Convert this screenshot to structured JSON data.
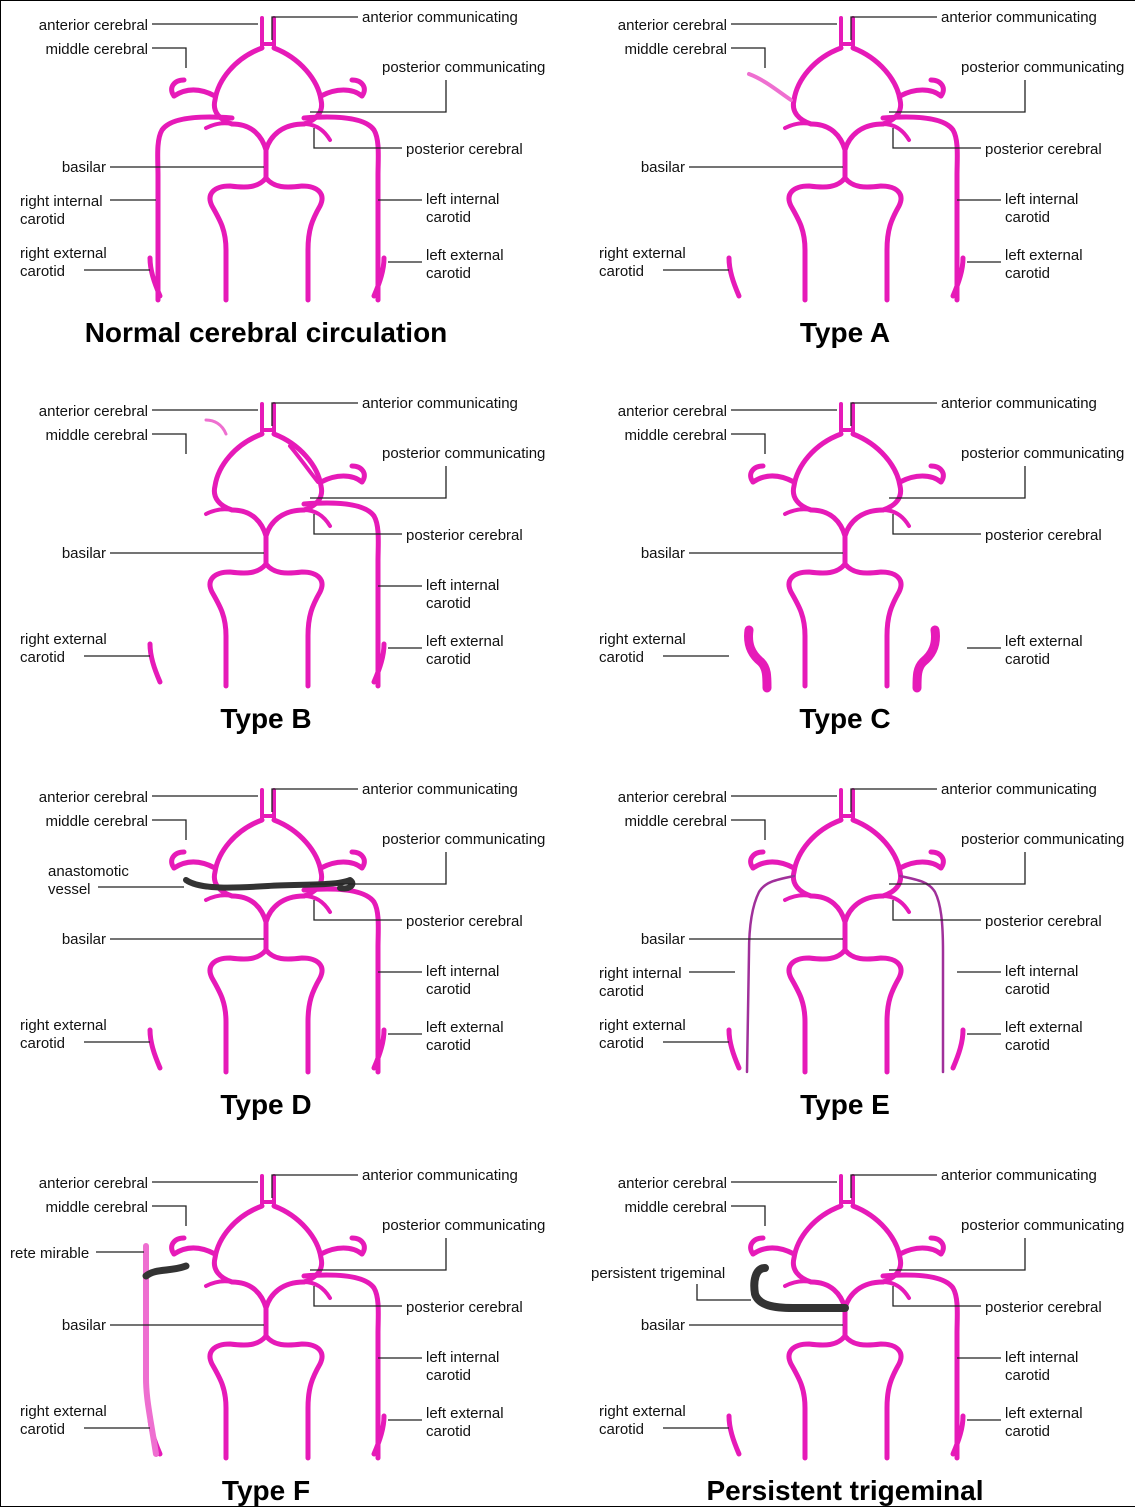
{
  "colors": {
    "vessel": "#E61AB8",
    "vessel_light": "#EE6FD0",
    "anastomosis": "#333333",
    "leader": "#222222",
    "text": "#111111"
  },
  "panels": [
    {
      "id": "normal",
      "title": "Normal cerebral circulation",
      "variant": "normal",
      "labels": {
        "anterior_cerebral": "anterior cerebral",
        "anterior_communicating": "anterior communicating",
        "middle_cerebral": "middle cerebral",
        "posterior_communicating": "posterior communicating",
        "posterior_cerebral": "posterior cerebral",
        "basilar": "basilar",
        "right_internal_carotid": [
          "right internal",
          "carotid"
        ],
        "left_internal_carotid": [
          "left internal",
          "carotid"
        ],
        "right_external_carotid": [
          "right external",
          "carotid"
        ],
        "left_external_carotid": [
          "left external",
          "carotid"
        ]
      }
    },
    {
      "id": "type-a",
      "title": "Type A",
      "variant": "A",
      "labels": {
        "anterior_cerebral": "anterior cerebral",
        "anterior_communicating": "anterior communicating",
        "middle_cerebral": "middle cerebral",
        "posterior_communicating": "posterior communicating",
        "posterior_cerebral": "posterior cerebral",
        "basilar": "basilar",
        "left_internal_carotid": [
          "left internal",
          "carotid"
        ],
        "right_external_carotid": [
          "right external",
          "carotid"
        ],
        "left_external_carotid": [
          "left external",
          "carotid"
        ]
      }
    },
    {
      "id": "type-b",
      "title": "Type B",
      "variant": "B",
      "labels": {
        "anterior_cerebral": "anterior cerebral",
        "anterior_communicating": "anterior communicating",
        "middle_cerebral": "middle cerebral",
        "posterior_communicating": "posterior communicating",
        "posterior_cerebral": "posterior cerebral",
        "basilar": "basilar",
        "left_internal_carotid": [
          "left internal",
          "carotid"
        ],
        "right_external_carotid": [
          "right external",
          "carotid"
        ],
        "left_external_carotid": [
          "left external",
          "carotid"
        ]
      }
    },
    {
      "id": "type-c",
      "title": "Type C",
      "variant": "C",
      "labels": {
        "anterior_cerebral": "anterior cerebral",
        "anterior_communicating": "anterior communicating",
        "middle_cerebral": "middle cerebral",
        "posterior_communicating": "posterior communicating",
        "posterior_cerebral": "posterior cerebral",
        "basilar": "basilar",
        "right_external_carotid": [
          "right external",
          "carotid"
        ],
        "left_external_carotid": [
          "left external",
          "carotid"
        ]
      }
    },
    {
      "id": "type-d",
      "title": "Type D",
      "variant": "D",
      "labels": {
        "anterior_cerebral": "anterior cerebral",
        "anterior_communicating": "anterior communicating",
        "middle_cerebral": "middle cerebral",
        "posterior_communicating": "posterior communicating",
        "posterior_cerebral": "posterior cerebral",
        "basilar": "basilar",
        "anastomotic_vessel": [
          "anastomotic",
          "vessel"
        ],
        "left_internal_carotid": [
          "left internal",
          "carotid"
        ],
        "right_external_carotid": [
          "right external",
          "carotid"
        ],
        "left_external_carotid": [
          "left external",
          "carotid"
        ]
      }
    },
    {
      "id": "type-e",
      "title": "Type E",
      "variant": "E",
      "labels": {
        "anterior_cerebral": "anterior cerebral",
        "anterior_communicating": "anterior communicating",
        "middle_cerebral": "middle cerebral",
        "posterior_communicating": "posterior communicating",
        "posterior_cerebral": "posterior cerebral",
        "basilar": "basilar",
        "right_internal_carotid": [
          "right internal",
          "carotid"
        ],
        "left_internal_carotid": [
          "left internal",
          "carotid"
        ],
        "right_external_carotid": [
          "right external",
          "carotid"
        ],
        "left_external_carotid": [
          "left external",
          "carotid"
        ]
      }
    },
    {
      "id": "type-f",
      "title": "Type F",
      "variant": "F",
      "labels": {
        "anterior_cerebral": "anterior cerebral",
        "anterior_communicating": "anterior communicating",
        "middle_cerebral": "middle cerebral",
        "posterior_communicating": "posterior communicating",
        "posterior_cerebral": "posterior cerebral",
        "basilar": "basilar",
        "rete_mirable": "rete mirable",
        "left_internal_carotid": [
          "left internal",
          "carotid"
        ],
        "right_external_carotid": [
          "right external",
          "carotid"
        ],
        "left_external_carotid": [
          "left external",
          "carotid"
        ]
      }
    },
    {
      "id": "persistent-trigeminal",
      "title": "Persistent trigeminal",
      "variant": "PT",
      "labels": {
        "anterior_cerebral": "anterior cerebral",
        "anterior_communicating": "anterior communicating",
        "middle_cerebral": "middle cerebral",
        "posterior_communicating": "posterior communicating",
        "posterior_cerebral": "posterior cerebral",
        "basilar": "basilar",
        "persistent_trigeminal": "persistent trigeminal",
        "left_internal_carotid": [
          "left internal",
          "carotid"
        ],
        "right_external_carotid": [
          "right external",
          "carotid"
        ],
        "left_external_carotid": [
          "left external",
          "carotid"
        ]
      }
    }
  ]
}
